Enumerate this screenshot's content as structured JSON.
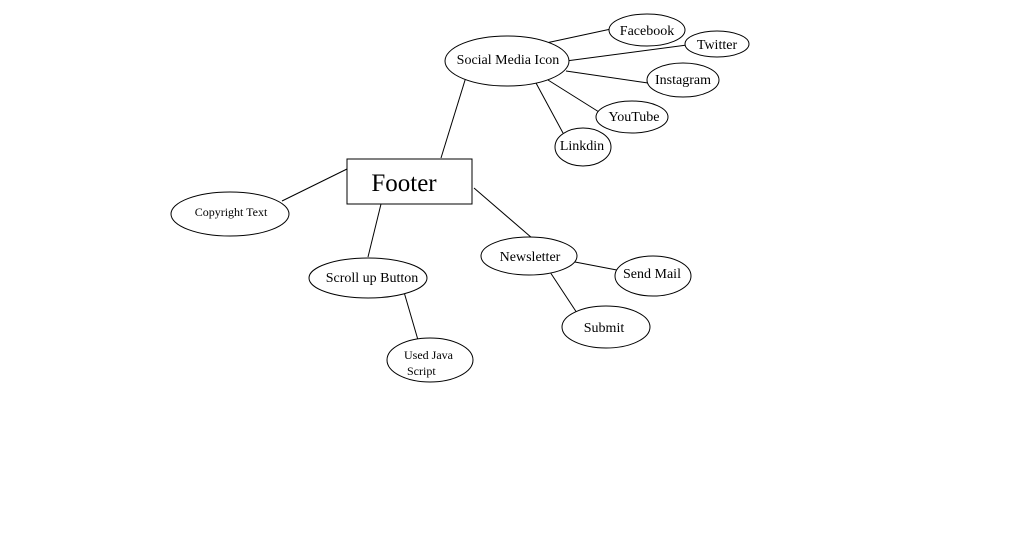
{
  "diagram": {
    "stroke_color": "#000000",
    "fill_color": "#ffffff",
    "nodes": {
      "footer": {
        "label": "Footer"
      },
      "social_media_icon": {
        "label": "Social Media Icon"
      },
      "facebook": {
        "label": "Facebook"
      },
      "twitter": {
        "label": "Twitter"
      },
      "instagram": {
        "label": "Instagram"
      },
      "youtube": {
        "label": "YouTube"
      },
      "linkdin": {
        "label": "Linkdin"
      },
      "copyright_text": {
        "label": "Copyright Text"
      },
      "scroll_up_button": {
        "label": "Scroll up Button"
      },
      "used_java_script": {
        "label_line1": "Used Java",
        "label_line2": "Script"
      },
      "newsletter": {
        "label": "Newsletter"
      },
      "send_mail": {
        "label": "Send Mail"
      },
      "submit": {
        "label": "Submit"
      }
    },
    "edges": [
      [
        "footer",
        "social_media_icon"
      ],
      [
        "social_media_icon",
        "facebook"
      ],
      [
        "social_media_icon",
        "twitter"
      ],
      [
        "social_media_icon",
        "instagram"
      ],
      [
        "social_media_icon",
        "youtube"
      ],
      [
        "social_media_icon",
        "linkdin"
      ],
      [
        "footer",
        "copyright_text"
      ],
      [
        "footer",
        "scroll_up_button"
      ],
      [
        "scroll_up_button",
        "used_java_script"
      ],
      [
        "footer",
        "newsletter"
      ],
      [
        "newsletter",
        "send_mail"
      ],
      [
        "newsletter",
        "submit"
      ]
    ]
  }
}
